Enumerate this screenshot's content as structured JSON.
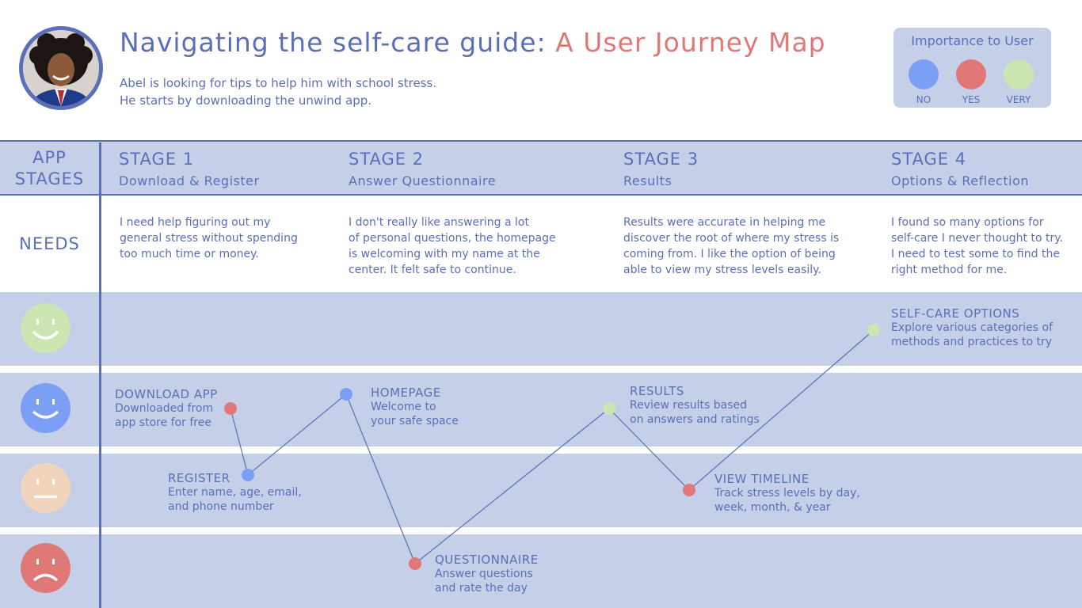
{
  "header": {
    "title_main": "Navigating the self-care guide: ",
    "title_accent": "A User Journey Map",
    "intro_line1": "Abel is looking for tips to help him with school stress.",
    "intro_line2": "He starts by downloading the unwind app."
  },
  "legend": {
    "title": "Importance to User",
    "items": [
      {
        "label": "NO",
        "color": "#7b9ff5"
      },
      {
        "label": "YES",
        "color": "#e07878"
      },
      {
        "label": "VERY",
        "color": "#cde5b0"
      }
    ]
  },
  "row_labels": {
    "app_stages_line1": "APP",
    "app_stages_line2": "STAGES",
    "needs": "NEEDS"
  },
  "stages": [
    {
      "num": "STAGE 1",
      "name": "Download & Register",
      "need": [
        "I need help figuring out my",
        "general stress without spending",
        "too much time or money."
      ]
    },
    {
      "num": "STAGE 2",
      "name": "Answer Questionnaire",
      "need": [
        "I don't really like answering a lot",
        "of personal questions, the homepage",
        "is welcoming with my name at the",
        "center. It felt safe to continue."
      ]
    },
    {
      "num": "STAGE 3",
      "name": "Results",
      "need": [
        "Results were accurate in helping me",
        "discover the root of where my stress is",
        "coming from. I like the option of being",
        "able to view my stress levels easily."
      ]
    },
    {
      "num": "STAGE 4",
      "name": "Options & Reflection",
      "need": [
        "I found so many options for",
        "self-care I never thought to try.",
        "I need to test some to find the",
        "right method for me."
      ]
    }
  ],
  "moods": [
    {
      "name": "very-happy",
      "color": "#cde5b0"
    },
    {
      "name": "happy",
      "color": "#7b9ff5"
    },
    {
      "name": "neutral",
      "color": "#f1d4bc"
    },
    {
      "name": "sad",
      "color": "#e07878"
    }
  ],
  "journey_points": [
    {
      "title": "DOWNLOAD APP",
      "desc": [
        "Downloaded from",
        "app store for free"
      ],
      "importance": "YES",
      "color": "#e07878"
    },
    {
      "title": "REGISTER",
      "desc": [
        "Enter name, age, email,",
        "and phone number"
      ],
      "importance": "NO",
      "color": "#7b9ff5"
    },
    {
      "title": "HOMEPAGE",
      "desc": [
        "Welcome to",
        "your safe space"
      ],
      "importance": "NO",
      "color": "#7b9ff5"
    },
    {
      "title": "QUESTIONNAIRE",
      "desc": [
        "Answer questions",
        "and rate the day"
      ],
      "importance": "YES",
      "color": "#e07878"
    },
    {
      "title": "RESULTS",
      "desc": [
        "Review results based",
        "on answers and ratings"
      ],
      "importance": "VERY",
      "color": "#cde5b0"
    },
    {
      "title": "VIEW TIMELINE",
      "desc": [
        "Track stress levels by day,",
        "week, month, & year"
      ],
      "importance": "YES",
      "color": "#e07878"
    },
    {
      "title": "SELF-CARE OPTIONS",
      "desc": [
        "Explore various categories of",
        "methods and practices to try"
      ],
      "importance": "VERY",
      "color": "#cde5b0"
    }
  ]
}
